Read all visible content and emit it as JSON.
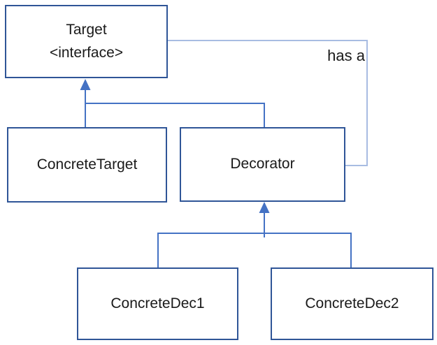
{
  "diagram": {
    "type": "uml-class-diagram",
    "pattern": "Decorator",
    "nodes": [
      {
        "id": "target",
        "line1": "Target",
        "line2": "<interface>"
      },
      {
        "id": "concrete-target",
        "label": "ConcreteTarget"
      },
      {
        "id": "decorator",
        "label": "Decorator"
      },
      {
        "id": "concrete-dec1",
        "label": "ConcreteDec1"
      },
      {
        "id": "concrete-dec2",
        "label": "ConcreteDec2"
      }
    ],
    "edges": [
      {
        "from": "ConcreteTarget",
        "to": "Target",
        "type": "inheritance"
      },
      {
        "from": "Decorator",
        "to": "Target",
        "type": "inheritance"
      },
      {
        "from": "ConcreteDec1",
        "to": "Decorator",
        "type": "inheritance"
      },
      {
        "from": "ConcreteDec2",
        "to": "Decorator",
        "type": "inheritance"
      },
      {
        "from": "Decorator",
        "to": "Target",
        "type": "association",
        "label": "has a"
      }
    ],
    "colors": {
      "node_border": "#2f5597",
      "connector": "#4472c4",
      "association": "#a8bce2",
      "text": "#1a1a1a",
      "background": "#ffffff"
    }
  }
}
